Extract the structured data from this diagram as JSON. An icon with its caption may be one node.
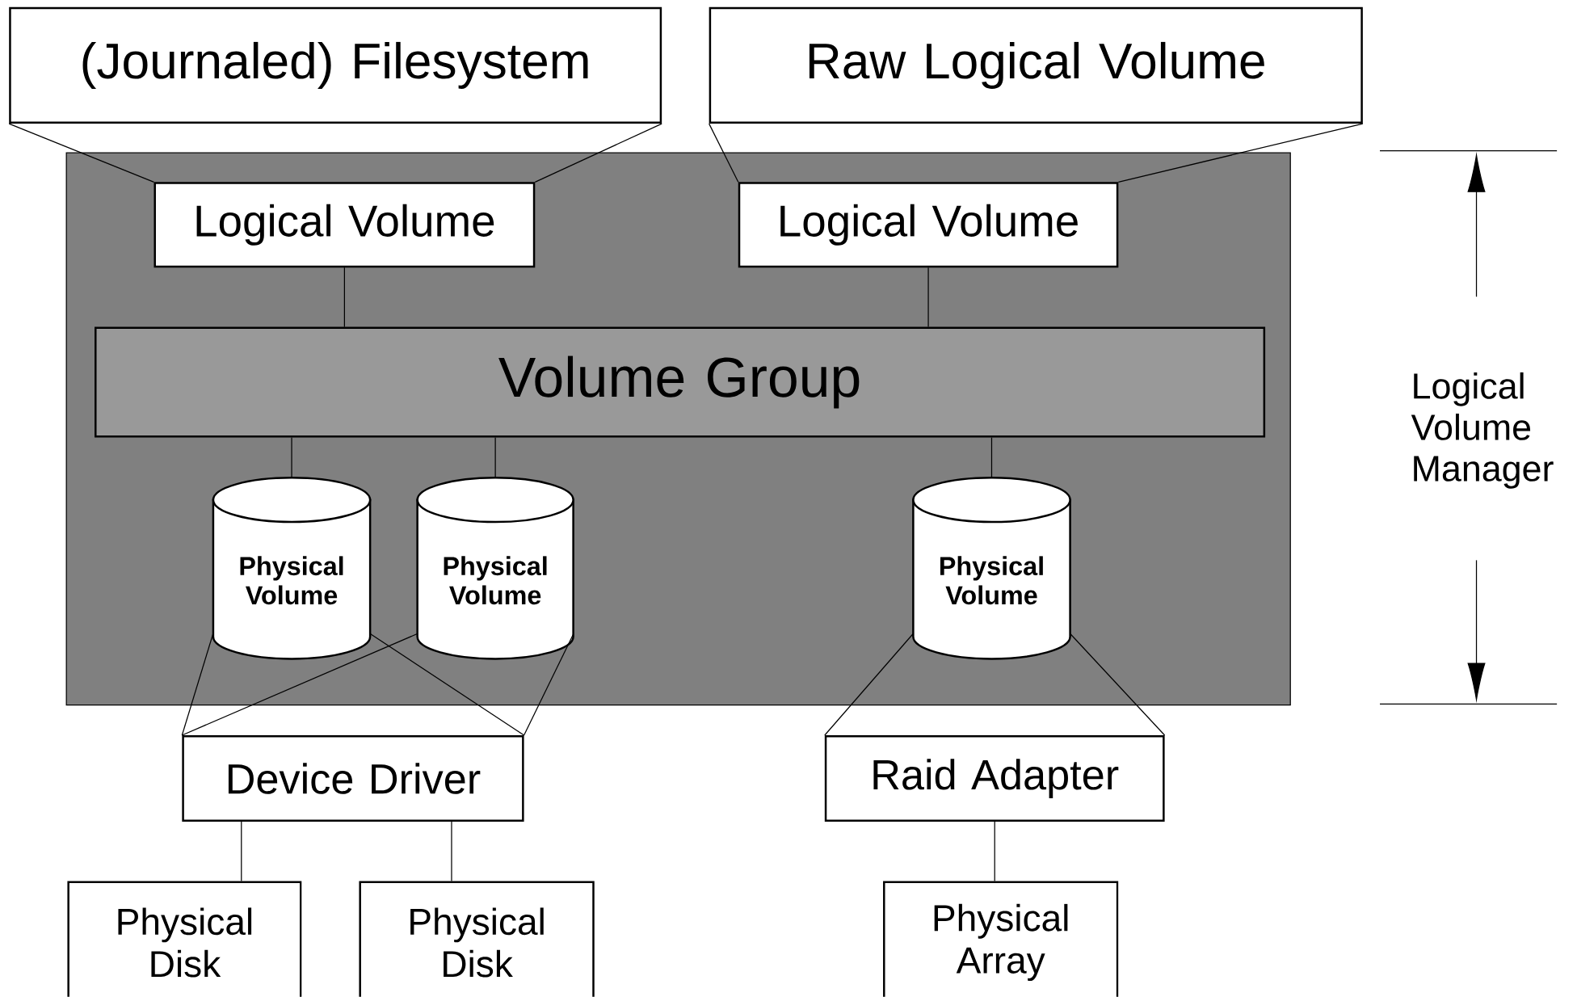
{
  "diagram": {
    "nodes": [
      {
        "text": [
          "(Journaled) Filesystem"
        ]
      },
      {
        "text": [
          "Raw Logical Volume"
        ]
      },
      {
        "text": [],
        "shape": "box",
        "beside": [
          "Logical Volume Manager"
        ]
      },
      {
        "text": [
          "Logical Volume"
        ],
        "in": 2
      },
      {
        "text": [
          "Logical Volume"
        ],
        "in": 2
      },
      {
        "text": [
          "Volume Group"
        ],
        "in": 2
      },
      {
        "text": [
          "Physical Volume"
        ],
        "in": 2
      },
      {
        "text": [
          "Physical Volume"
        ],
        "in": 2
      },
      {
        "text": [
          "Physical Volume"
        ],
        "in": 2
      },
      {
        "text": [
          "Device Driver"
        ]
      },
      {
        "text": [
          "Raid Adapter"
        ]
      },
      {
        "text": [
          "Physical Disk"
        ]
      },
      {
        "text": [
          "Physical Disk"
        ]
      },
      {
        "text": [
          "Physical Array"
        ]
      }
    ],
    "edges": [
      {
        "from": 0,
        "to": 3,
        "arrow": "none"
      },
      {
        "from": 0,
        "to": 3,
        "arrow": "none"
      },
      {
        "from": 1,
        "to": 4,
        "arrow": "none"
      },
      {
        "from": 1,
        "to": 4,
        "arrow": "none"
      },
      {
        "from": 3,
        "to": 5,
        "arrow": "none"
      },
      {
        "from": 4,
        "to": 5,
        "arrow": "none"
      },
      {
        "from": 5,
        "to": 6,
        "arrow": "none"
      },
      {
        "from": 5,
        "to": 7,
        "arrow": "none"
      },
      {
        "from": 5,
        "to": 8,
        "arrow": "none"
      },
      {
        "from": 6,
        "to": 9,
        "arrow": "none"
      },
      {
        "from": 6,
        "to": 9,
        "arrow": "none"
      },
      {
        "from": 7,
        "to": 9,
        "arrow": "none"
      },
      {
        "from": 7,
        "to": 9,
        "arrow": "none"
      },
      {
        "from": 8,
        "to": 10,
        "arrow": "none"
      },
      {
        "from": 8,
        "to": 10,
        "arrow": "none"
      },
      {
        "from": 9,
        "to": 11,
        "arrow": "none"
      },
      {
        "from": 9,
        "to": 12,
        "arrow": "none"
      },
      {
        "from": 10,
        "to": 13,
        "arrow": "none"
      }
    ]
  }
}
